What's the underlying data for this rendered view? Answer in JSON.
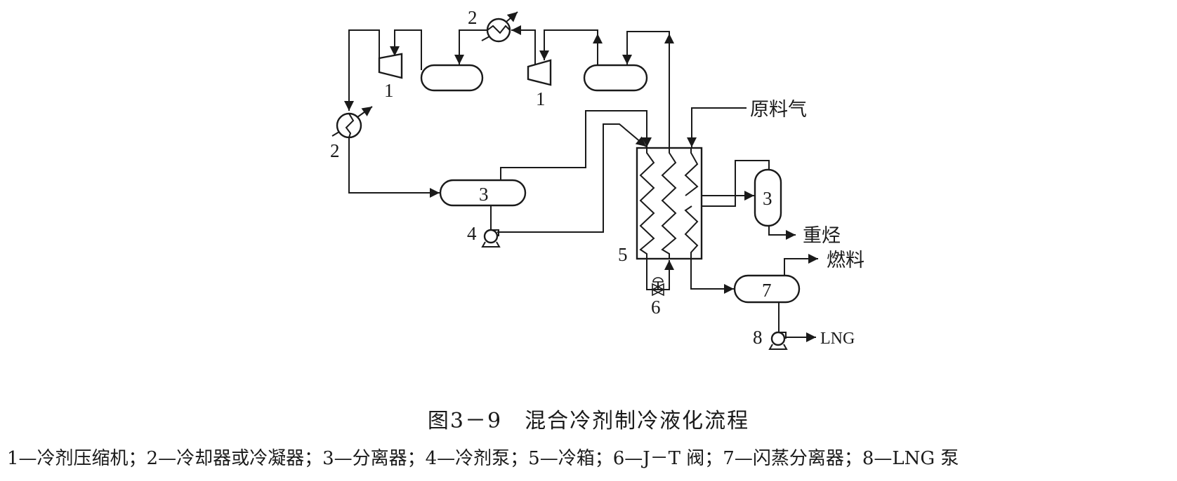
{
  "figure": {
    "title": "图3－9　混合冷剂制冷液化流程",
    "legend_text": "1—冷剂压缩机；2—冷却器或冷凝器；3—分离器；4—冷剂泵；5—冷箱；6—J－T 阀；7—闪蒸分离器；8—LNG 泵",
    "legend": [
      {
        "id": "1",
        "name": "冷剂压缩机"
      },
      {
        "id": "2",
        "name": "冷却器或冷凝器"
      },
      {
        "id": "3",
        "name": "分离器"
      },
      {
        "id": "4",
        "name": "冷剂泵"
      },
      {
        "id": "5",
        "name": "冷箱"
      },
      {
        "id": "6",
        "name": "J－T 阀"
      },
      {
        "id": "7",
        "name": "闪蒸分离器"
      },
      {
        "id": "8",
        "name": "LNG 泵"
      }
    ]
  },
  "labels": {
    "compressor_1a": "1",
    "compressor_1b": "1",
    "cooler_2a": "2",
    "cooler_2b": "2",
    "separator_3a": "3",
    "separator_3b": "3",
    "pump_4": "4",
    "coldbox_5": "5",
    "valve_6": "6",
    "flash_7": "7",
    "pump_8": "8"
  },
  "streams": {
    "feed_gas": "原料气",
    "heavy_hydrocarbons": "重烃",
    "fuel": "燃料",
    "lng": "LNG"
  },
  "colors": {
    "line": "#1a1a1a",
    "background": "#ffffff"
  }
}
